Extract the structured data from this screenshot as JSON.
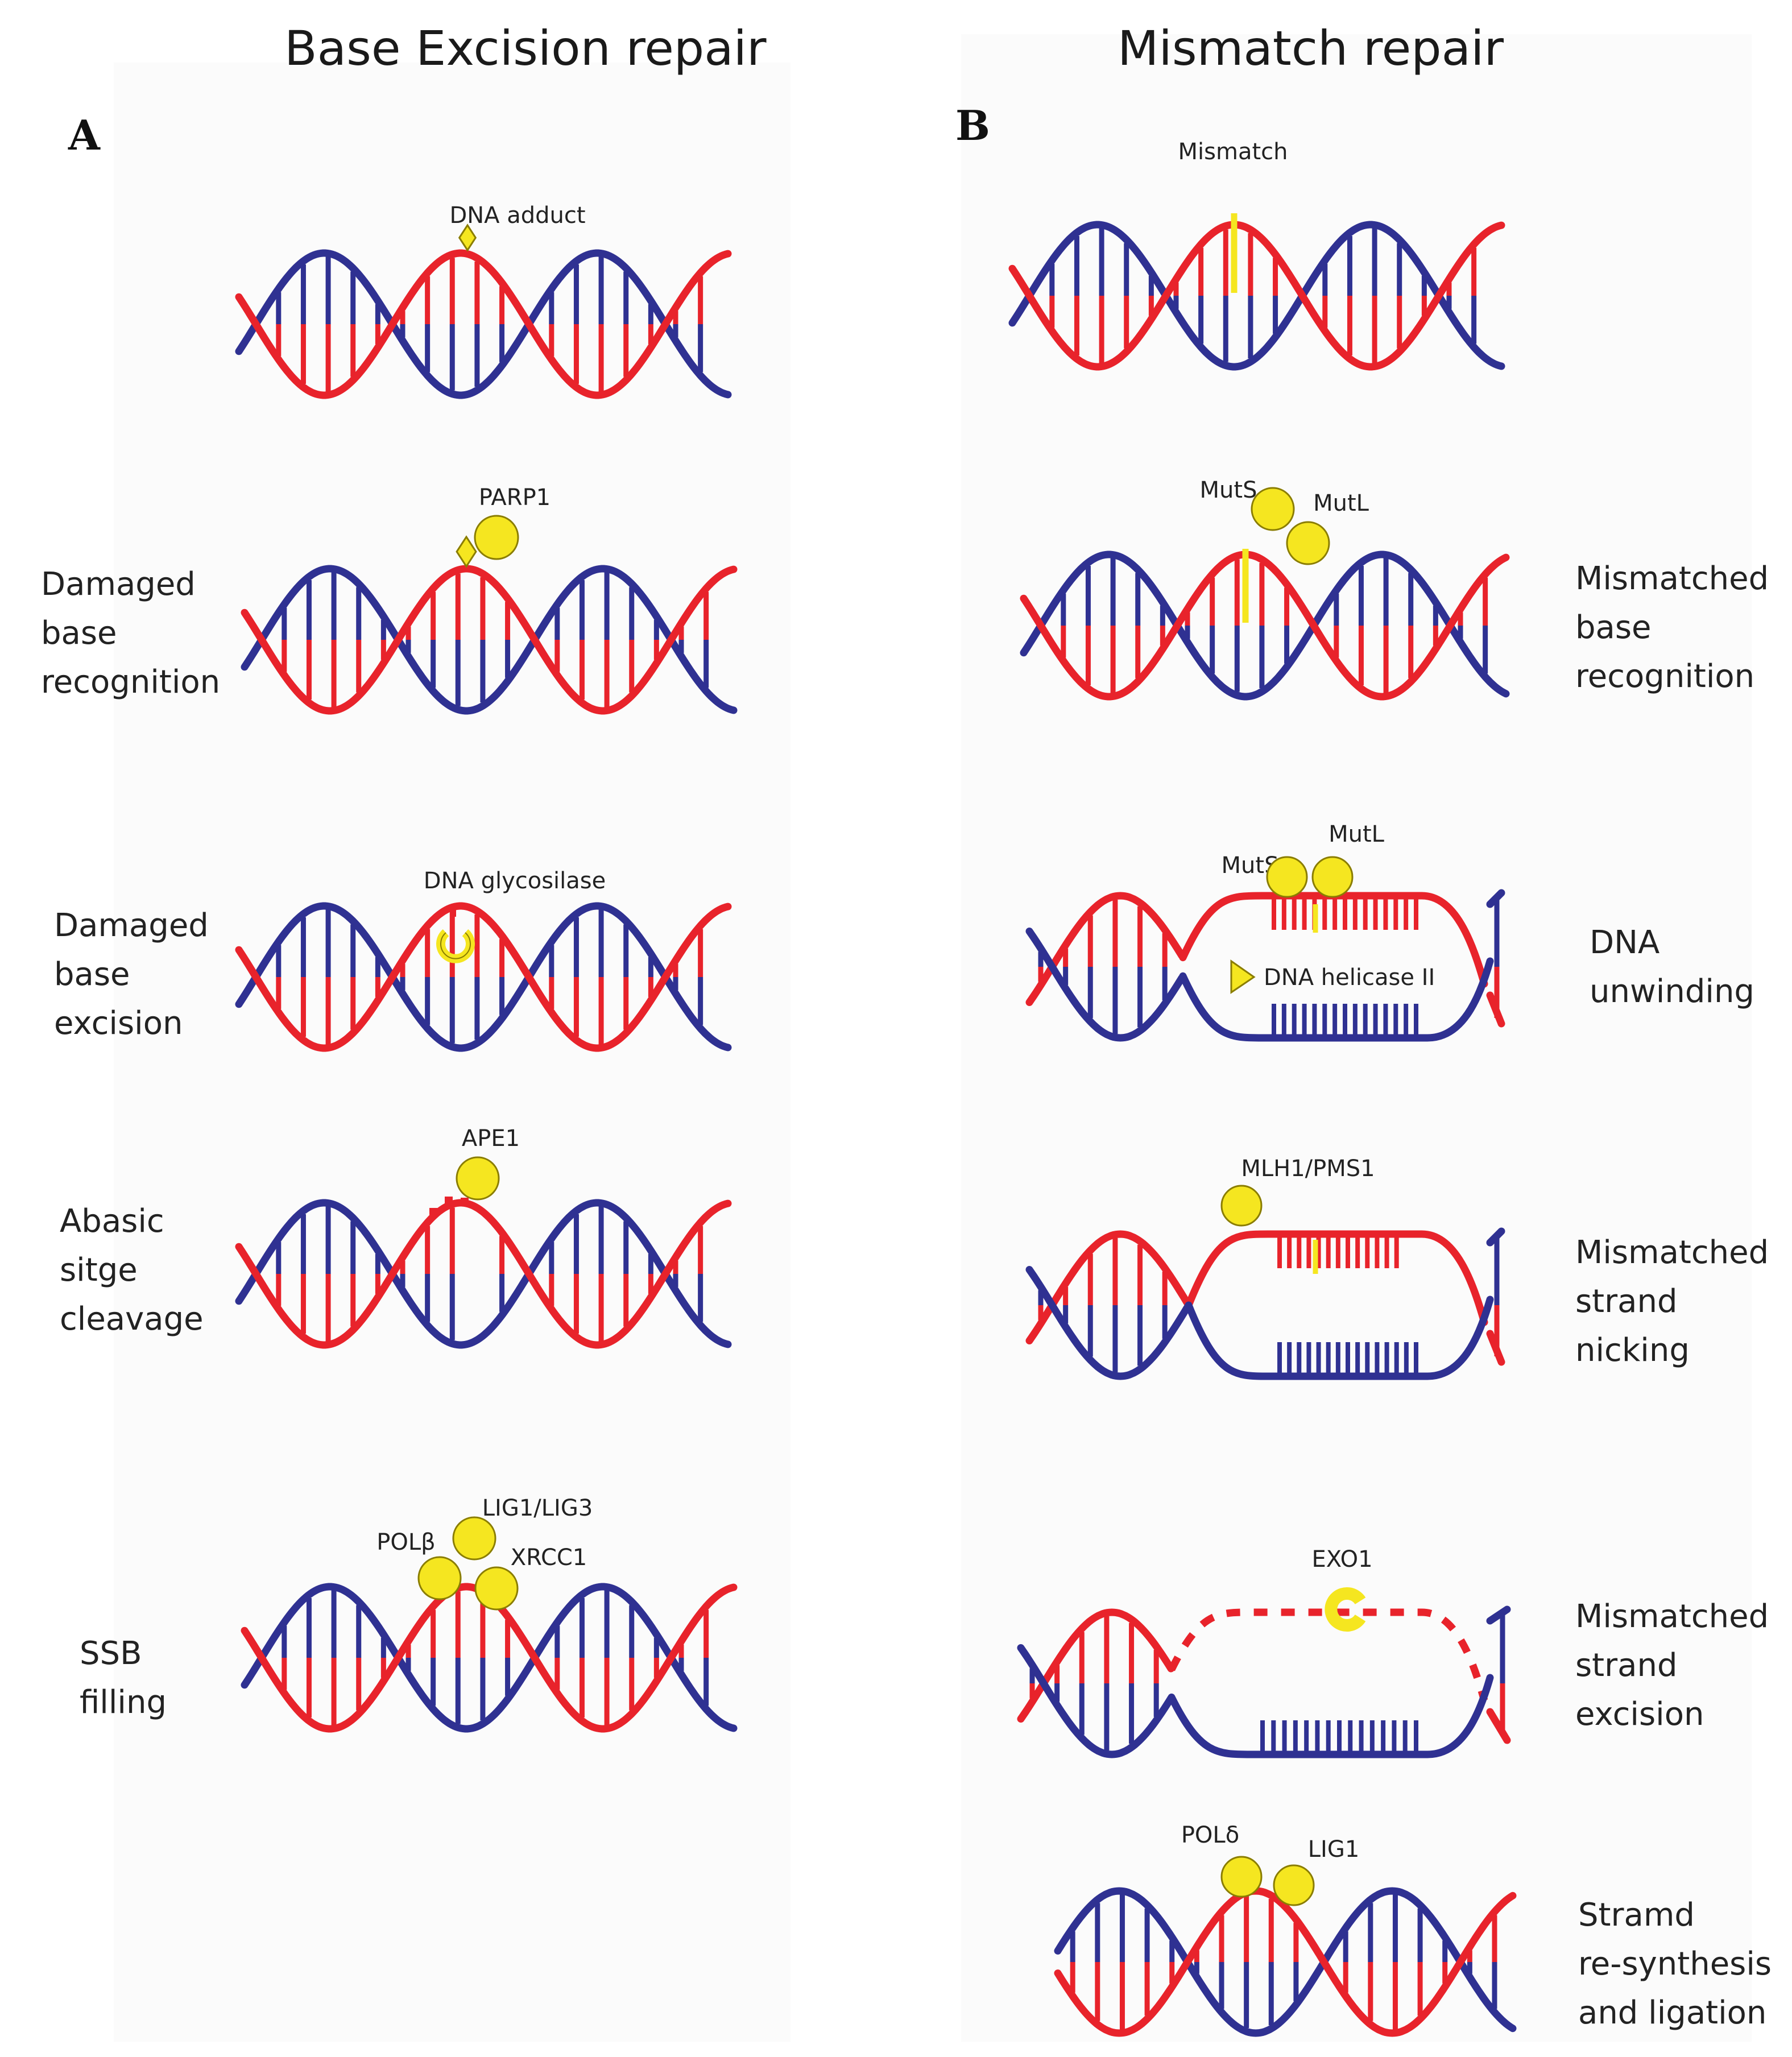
{
  "titles": {
    "left": "Base Excision repair",
    "right": "Mismatch repair"
  },
  "panels": {
    "left": "A",
    "right": "B"
  },
  "left_steps": [
    {
      "lines": []
    },
    {
      "lines": [
        "Damaged",
        "base",
        "recognition"
      ]
    },
    {
      "lines": [
        "Damaged",
        "base",
        "excision"
      ]
    },
    {
      "lines": [
        "Abasic",
        "sitge",
        "cleavage"
      ]
    },
    {
      "lines": [
        "SSB",
        "filling"
      ]
    }
  ],
  "right_steps": [
    {
      "lines": []
    },
    {
      "lines": [
        "Mismatched",
        "base",
        "recognition"
      ]
    },
    {
      "lines": [
        "DNA",
        "unwinding"
      ]
    },
    {
      "lines": [
        "Mismatched",
        "strand",
        "nicking"
      ]
    },
    {
      "lines": [
        "Mismatched",
        "strand",
        "excision"
      ]
    },
    {
      "lines": [
        "Stramd",
        "re-synthesis",
        "and ligation"
      ]
    }
  ],
  "labels": {
    "dna_adduct": "DNA adduct",
    "parp1": "PARP1",
    "dna_glycosilase": "DNA glycosilase",
    "ape1": "APE1",
    "polb": "POLβ",
    "lig1_lig3": "LIG1/LIG3",
    "xrcc1": "XRCC1",
    "mismatch": "Mismatch",
    "muts": "MutS",
    "mutl": "MutL",
    "dna_helicase": "DNA helicase II",
    "mlh1_pms1": "MLH1/PMS1",
    "exo1": "EXO1",
    "pold": "POLδ",
    "lig1": "LIG1"
  },
  "colors": {
    "strand_red": "#e8232b",
    "strand_blue": "#2f3192",
    "protein_yellow": "#f5e620",
    "protein_stroke": "#8a7d00"
  }
}
